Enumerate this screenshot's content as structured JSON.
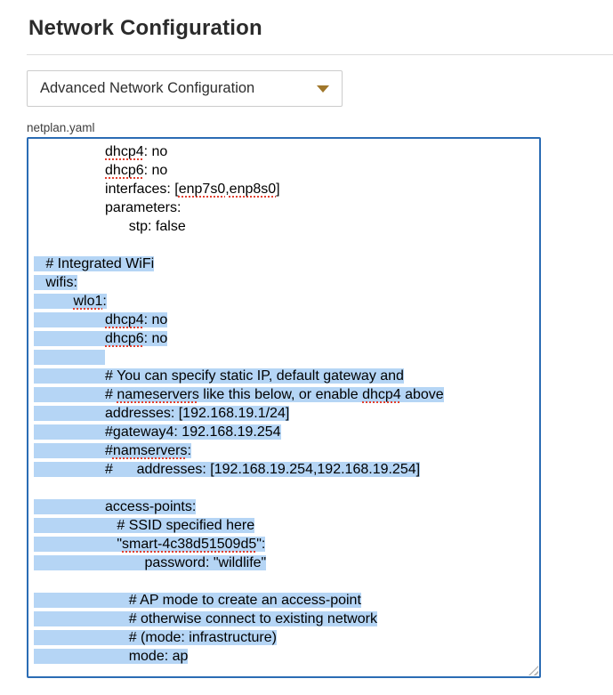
{
  "page": {
    "title": "Network Configuration"
  },
  "dropdown": {
    "label": "Advanced Network Configuration",
    "caret_icon": "caret-down-icon"
  },
  "editor": {
    "label": "netplan.yaml",
    "misspelled": [
      "dhcp4",
      "dhcp6",
      "wlo1",
      "nameservers",
      "namservers",
      "enp7s0",
      "enp8s0",
      "smart-4c38d51509d5"
    ],
    "lines": [
      {
        "text": "                  dhcp4: no",
        "sel": false
      },
      {
        "text": "                  dhcp6: no",
        "sel": false
      },
      {
        "text": "                  interfaces: [enp7s0,enp8s0]",
        "sel": false
      },
      {
        "text": "                  parameters:",
        "sel": false
      },
      {
        "text": "                        stp: false",
        "sel": false
      },
      {
        "text": "",
        "sel": false
      },
      {
        "text": "   # Integrated WiFi",
        "sel": true
      },
      {
        "text": "   wifis:",
        "sel": true
      },
      {
        "text": "          wlo1:",
        "sel": true
      },
      {
        "text": "                  dhcp4: no",
        "sel": true
      },
      {
        "text": "                  dhcp6: no",
        "sel": true
      },
      {
        "text": "                  ",
        "sel": true
      },
      {
        "text": "                  # You can specify static IP, default gateway and",
        "sel": true
      },
      {
        "text": "                  # nameservers like this below, or enable dhcp4 above",
        "sel": true
      },
      {
        "text": "                  addresses: [192.168.19.1/24]",
        "sel": true
      },
      {
        "text": "                  #gateway4: 192.168.19.254",
        "sel": true
      },
      {
        "text": "                  #namservers:",
        "sel": true
      },
      {
        "text": "                  #      addresses: [192.168.19.254,192.168.19.254]",
        "sel": true
      },
      {
        "text": "",
        "sel": false
      },
      {
        "text": "                  access-points:",
        "sel": true
      },
      {
        "text": "                     # SSID specified here",
        "sel": true
      },
      {
        "text": "                     \"smart-4c38d51509d5\":",
        "sel": true
      },
      {
        "text": "                            password: \"wildlife\"",
        "sel": true
      },
      {
        "text": "",
        "sel": false
      },
      {
        "text": "                        # AP mode to create an access-point",
        "sel": true
      },
      {
        "text": "                        # otherwise connect to existing network",
        "sel": true
      },
      {
        "text": "                        # (mode: infrastructure)",
        "sel": true
      },
      {
        "text": "                        mode: ap",
        "sel": true
      }
    ]
  },
  "colors": {
    "caret": "#a0772b",
    "selection": "#b5d5f5",
    "editor_border": "#2b6cb4",
    "spellcheck": "#e23f2f",
    "divider": "#dcdcdc",
    "dropdown_border": "#cccccc"
  }
}
